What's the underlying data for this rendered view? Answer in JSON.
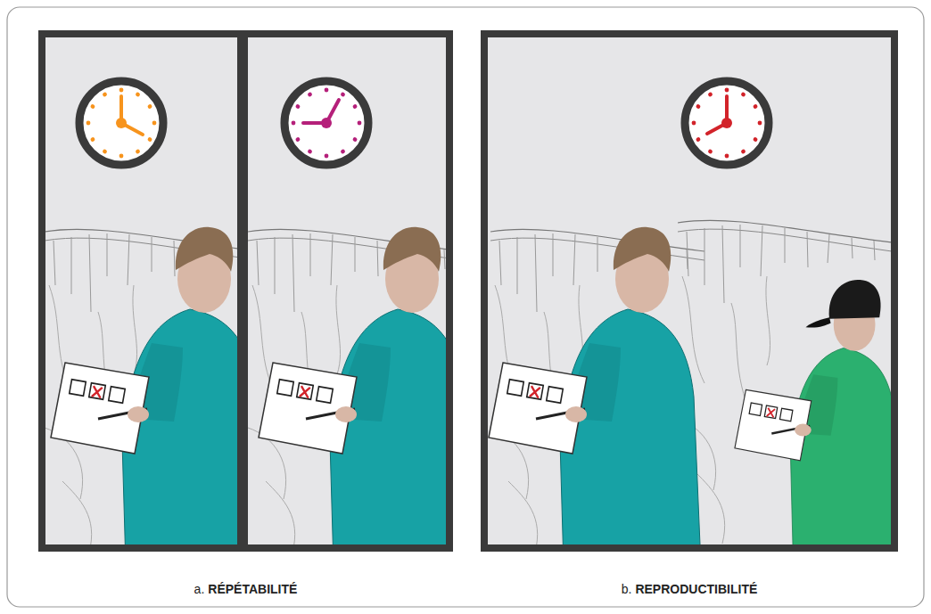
{
  "diagram": {
    "labels": [
      "a.",
      "RÉPÉTABILITÉ",
      "b.",
      "REPRODUCTIBILITÉ"
    ]
  }
}
